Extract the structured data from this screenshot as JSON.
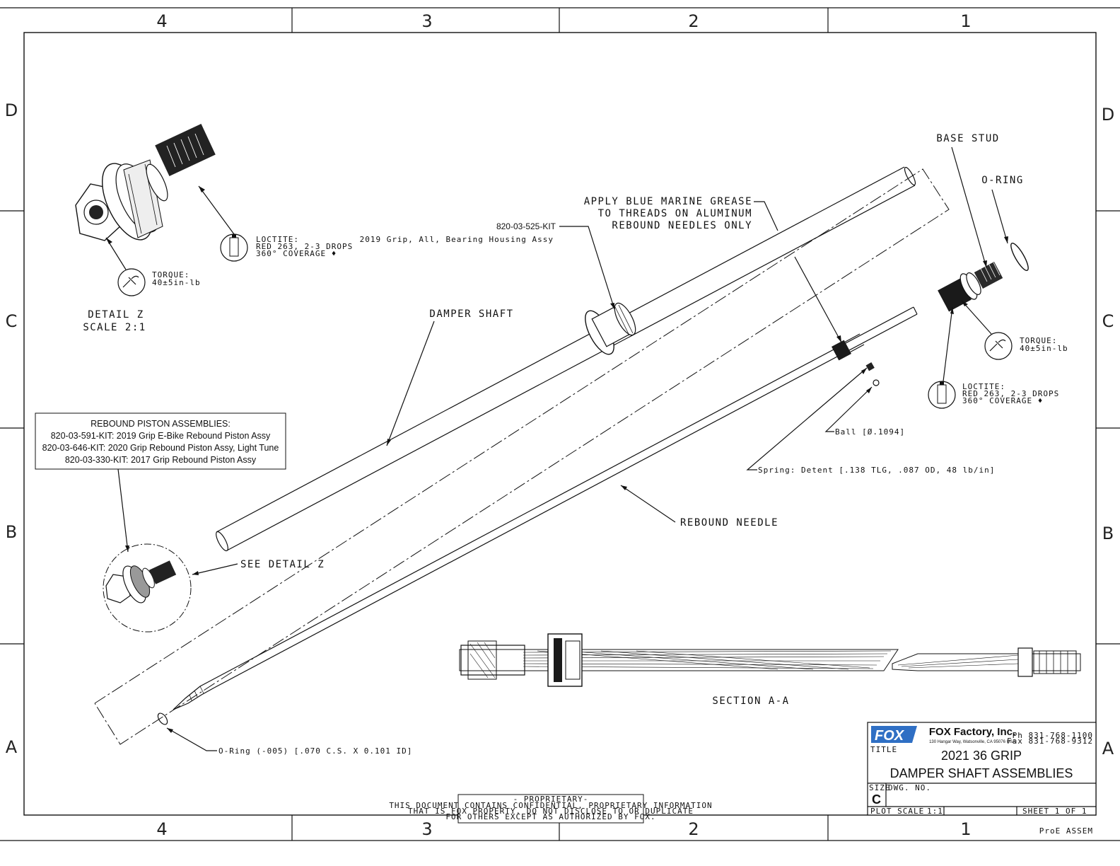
{
  "zones": {
    "columns": [
      "4",
      "3",
      "2",
      "1"
    ],
    "rows": [
      "D",
      "C",
      "B",
      "A"
    ]
  },
  "callouts": {
    "base_stud": "BASE STUD",
    "o_ring": "O-RING",
    "grease_line1": "APPLY BLUE MARINE GREASE",
    "grease_line2": "TO THREADS ON ALUMINUM",
    "grease_line3": "REBOUND NEEDLES ONLY",
    "bearing_kit": "820-03-525-KIT",
    "bearing_desc": "2019 Grip, All, Bearing Housing Assy",
    "damper_shaft": "DAMPER SHAFT",
    "rebound_needle": "REBOUND NEEDLE",
    "ball": "Ball [Ø.1094]",
    "spring": "Spring: Detent [.138 TLG, .087 OD, 48 lb/in]",
    "see_detail": "SEE DETAIL  Z",
    "o_ring_small": "O-Ring (-005) [.070 C.S. X 0.101 ID]",
    "section": "SECTION  A-A"
  },
  "detail": {
    "title": "DETAIL  Z",
    "scale": "SCALE  2:1",
    "loctite_line1": "LOCTITE:",
    "loctite_line2": "RED 263, 2-3 DROPS",
    "loctite_line3": "360° COVERAGE ♦",
    "torque_line1": "TORQUE:",
    "torque_line2": "40±5in-lb"
  },
  "piston_box": {
    "heading": "REBOUND PISTON ASSEMBLIES:",
    "items": [
      "820-03-591-KIT: 2019 Grip E-Bike Rebound Piston Assy",
      "820-03-646-KIT: 2020 Grip Rebound Piston Assy, Light Tune",
      "820-03-330-KIT: 2017 Grip Rebound Piston Assy"
    ]
  },
  "proprietary": {
    "line1": "- PROPRIETARY-",
    "line2": "THIS DOCUMENT CONTAINS CONFIDENTIAL, PROPRIETARY INFORMATION",
    "line3": "THAT IS FOX PROPERTY.  DO NOT DISCLOSE TO OR DUPLICATE",
    "line4": "FOR OTHERS EXCEPT AS AUTHORIZED BY FOX."
  },
  "title_block": {
    "logo_text": "FOX",
    "company": "FOX Factory, Inc.",
    "address": "130 Hangar Way, Watsonville, CA 95076 USA",
    "phone": "Ph 831-768-1100",
    "fax": "Fax 831-768-9312",
    "title_label": "TITLE",
    "title_line1": "2021 36 GRIP",
    "title_line2": "DAMPER SHAFT ASSEMBLIES",
    "size_label": "SIZE",
    "size_value": "C",
    "dwg_label": "DWG. NO.",
    "plot_scale_label": "PLOT SCALE",
    "plot_scale_value": "1:1",
    "sheet": "SHEET 1 OF 1"
  },
  "footer_tag": "ProE ASSEM",
  "colors": {
    "line": "#111111",
    "logo_blue": "#2f6fc4",
    "background": "#ffffff"
  }
}
